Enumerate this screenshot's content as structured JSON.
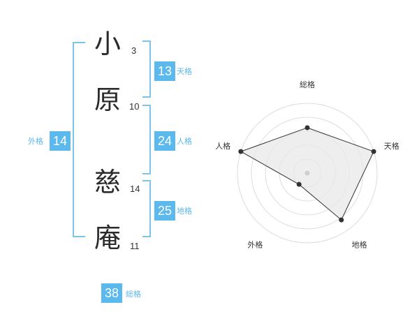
{
  "name": [
    {
      "char": "小",
      "strokes": "3"
    },
    {
      "char": "原",
      "strokes": "10"
    },
    {
      "char": "慈",
      "strokes": "14"
    },
    {
      "char": "庵",
      "strokes": "11"
    }
  ],
  "scores": {
    "tenkaku": {
      "value": "13",
      "label": "天格"
    },
    "jinkaku": {
      "value": "24",
      "label": "人格"
    },
    "chikaku": {
      "value": "25",
      "label": "地格"
    },
    "gaikaku": {
      "value": "14",
      "label": "外格"
    },
    "soukaku": {
      "value": "38",
      "label": "総格"
    }
  },
  "colors": {
    "accent": "#5bb9ee",
    "bracket": "#7cc3ee",
    "radar_fill": "#e8e8e8",
    "radar_line": "#333333"
  },
  "chart_data": {
    "type": "radar",
    "axes": [
      "総格",
      "天格",
      "地格",
      "外格",
      "人格"
    ],
    "values": [
      0.65,
      1.0,
      0.83,
      0.2,
      1.0
    ],
    "range": [
      0,
      1
    ],
    "rings": 5
  }
}
